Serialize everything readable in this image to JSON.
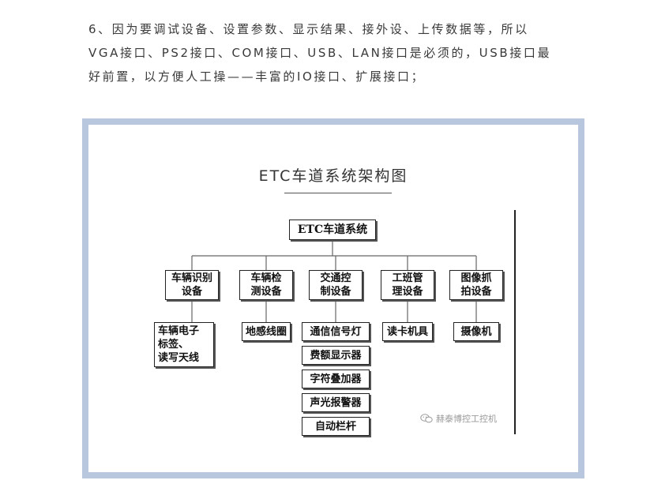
{
  "article": {
    "lines": [
      "6、因为要调试设备、设置参数、显示结果、接外设、上传数据等，所以",
      "VGA接口、PS2接口、COM接口、USB、LAN接口是必须的，USB接口最",
      "好前置，以方便人工操——丰富的IO接口、扩展接口；"
    ]
  },
  "figure": {
    "caption": "ETC车道系统架构图",
    "root": "ETC车道系统",
    "categories": [
      {
        "label": "车辆识别\n设备",
        "children": [
          "车辆电子\n标签、\n读写天线"
        ]
      },
      {
        "label": "车辆检\n测设备",
        "children": [
          "地感线圈"
        ]
      },
      {
        "label": "交通控\n制设备",
        "children": [
          "通信信号灯",
          "费额显示器",
          "字符叠加器",
          "声光报警器",
          "自动栏杆"
        ]
      },
      {
        "label": "工班管\n理设备",
        "children": [
          "读卡机具"
        ]
      },
      {
        "label": "图像抓\n拍设备",
        "children": [
          "摄像机"
        ]
      }
    ],
    "watermark": "赫泰博控工控机",
    "watermark_icon": "wechat-icon"
  }
}
